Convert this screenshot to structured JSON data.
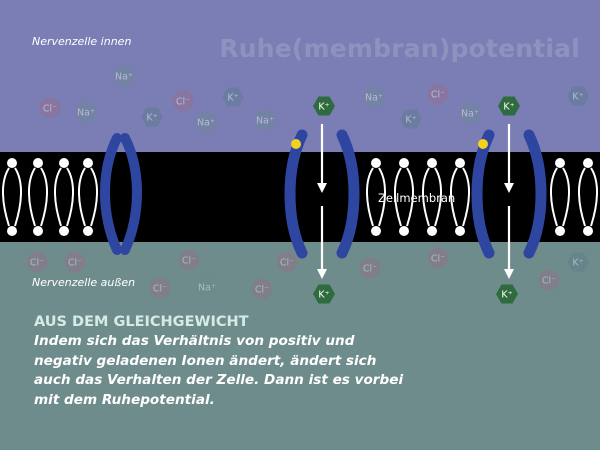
{
  "title": "Ruhe(membran)potential",
  "labels": {
    "inside": "Nervenzelle innen",
    "outside": "Nervenzelle außen",
    "membrane": "Zellmembran"
  },
  "ions": {
    "sodium": "Na⁺",
    "chloride": "Cl⁻",
    "potassium": "K⁺"
  },
  "info": {
    "heading": "AUS DEM GLEICHGEWICHT",
    "body": "Indem sich das Verhältnis von positiv und negativ geladenen Ionen ändert, ändert sich auch das Verhalten der Zelle. Dann ist es vorbei mit dem Ruhepotential."
  },
  "colors": {
    "inside_background": "#7a7eb4",
    "outside_background": "#6f8c8c",
    "membrane": "#000000",
    "channel_protein": "#2f46a0",
    "potassium_ion": "#2e6b3e",
    "potassium_ion_faded": "#5b7a8c",
    "sodium_ion_faded": "#6a8a90",
    "chloride_ion_faded": "#9a6b8a",
    "gate_marker": "#f2d21a",
    "title": "#8d93bf",
    "heading": "#d6ebe6",
    "text": "#ffffff"
  }
}
